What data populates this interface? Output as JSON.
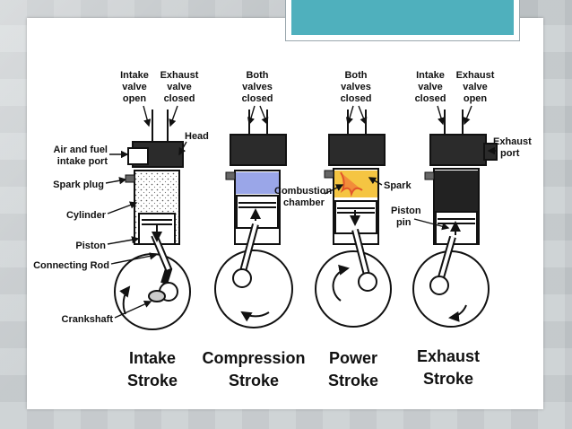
{
  "colors": {
    "accent_tab": "#4fb0bd",
    "compression_charge": "#9aa6e8",
    "combustion_fire": "#f5c542",
    "exhaust_gas": "#222222"
  },
  "labels": {
    "intake_valve_open": [
      "Intake",
      "valve",
      "open"
    ],
    "exhaust_valve_closed": [
      "Exhaust",
      "valve",
      "closed"
    ],
    "head": "Head",
    "air_fuel_intake_port": [
      "Air and fuel",
      "intake port"
    ],
    "spark_plug": "Spark plug",
    "cylinder": "Cylinder",
    "piston": "Piston",
    "connecting_rod": "Connecting Rod",
    "crankshaft": "Crankshaft",
    "both_valves_closed_1": [
      "Both",
      "valves",
      "closed"
    ],
    "both_valves_closed_2": [
      "Both",
      "valves",
      "closed"
    ],
    "combustion_chamber": [
      "Combustion",
      "chamber"
    ],
    "spark": "Spark",
    "intake_valve_closed": [
      "Intake",
      "valve",
      "closed"
    ],
    "exhaust_valve_open": [
      "Exhaust",
      "valve",
      "open"
    ],
    "exhaust_port": [
      "Exhaust",
      "port"
    ],
    "piston_pin": [
      "Piston",
      "pin"
    ]
  },
  "strokes": [
    {
      "title": [
        "Intake",
        "Stroke"
      ]
    },
    {
      "title": [
        "Compression",
        "Stroke"
      ]
    },
    {
      "title": [
        "Power",
        "Stroke"
      ]
    },
    {
      "title": [
        "Exhaust",
        "Stroke"
      ]
    }
  ]
}
